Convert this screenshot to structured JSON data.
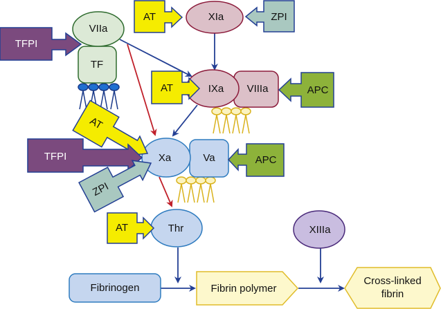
{
  "nodes": {
    "viia": "VIIa",
    "tf": "TF",
    "xia": "XIa",
    "ixa": "IXa",
    "viiia": "VIIIa",
    "xa": "Xa",
    "va": "Va",
    "thr": "Thr",
    "xiiia": "XIIIa",
    "fibrinogen": "Fibrinogen",
    "fibrin_polymer": "Fibrin polymer",
    "cross_linked_line1": "Cross-linked",
    "cross_linked_line2": "fibrin"
  },
  "inhibitors": {
    "tfpi_top": "TFPI",
    "at_top": "AT",
    "zpi_top": "ZPI",
    "at_ixa": "AT",
    "apc_viiia": "APC",
    "at_xa": "AT",
    "tfpi_xa": "TFPI",
    "zpi_xa": "ZPI",
    "apc_va": "APC",
    "at_thr": "AT"
  },
  "colors": {
    "tfpi": "#7b4a7e",
    "at": "#f5ec00",
    "zpi": "#a9c8c0",
    "apc": "#8db23a",
    "arrow_blue": "#233f94",
    "arrow_red": "#c0202a"
  }
}
